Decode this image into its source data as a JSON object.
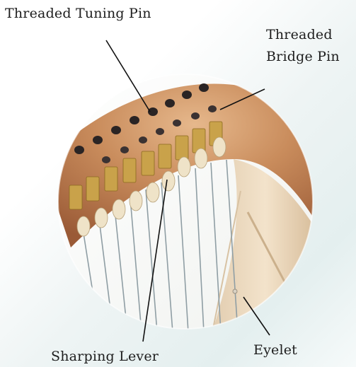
{
  "labels": {
    "tuning_pin": "Threaded Tuning Pin",
    "bridge_pin_line1": "Threaded",
    "bridge_pin_line2": "Bridge Pin",
    "sharping_lever": "Sharping Lever",
    "eyelet": "Eyelet"
  },
  "colors": {
    "wood_light": "#d9a57a",
    "wood_mid": "#b97a4f",
    "wood_dark": "#8a5232",
    "brass": "#c9a24a",
    "lever_cream": "#efe3c8",
    "string": "#8f9ea4",
    "pin_black": "#2a2424"
  }
}
